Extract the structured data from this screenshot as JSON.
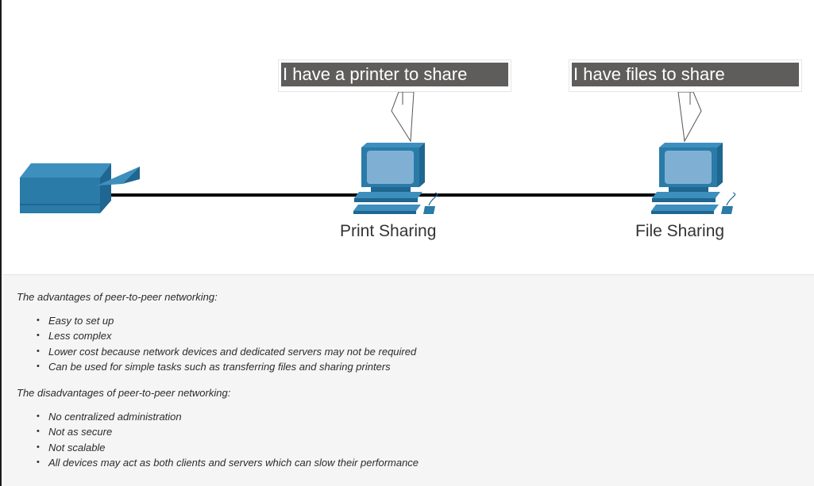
{
  "diagram": {
    "bubbles": {
      "printer_share": "I have a printer to share",
      "file_share": "I have files to share"
    },
    "labels": {
      "print_sharing": "Print Sharing",
      "file_sharing": "File Sharing"
    },
    "colors": {
      "device_blue": "#2a7ba8",
      "screen_blue": "#7fb0d4",
      "cable": "#000000",
      "bubble_fill": "#5f5c5c"
    }
  },
  "content": {
    "advantages_heading": "The advantages of peer-to-peer networking:",
    "advantages": [
      "Easy to set up",
      "Less complex",
      "Lower cost because network devices and dedicated servers may not be required",
      "Can be used for simple tasks such as transferring files and sharing printers"
    ],
    "disadvantages_heading": "The disadvantages of peer-to-peer networking:",
    "disadvantages": [
      "No centralized administration",
      "Not as secure",
      "Not scalable",
      "All devices may act as both clients and servers which can slow their performance"
    ]
  }
}
